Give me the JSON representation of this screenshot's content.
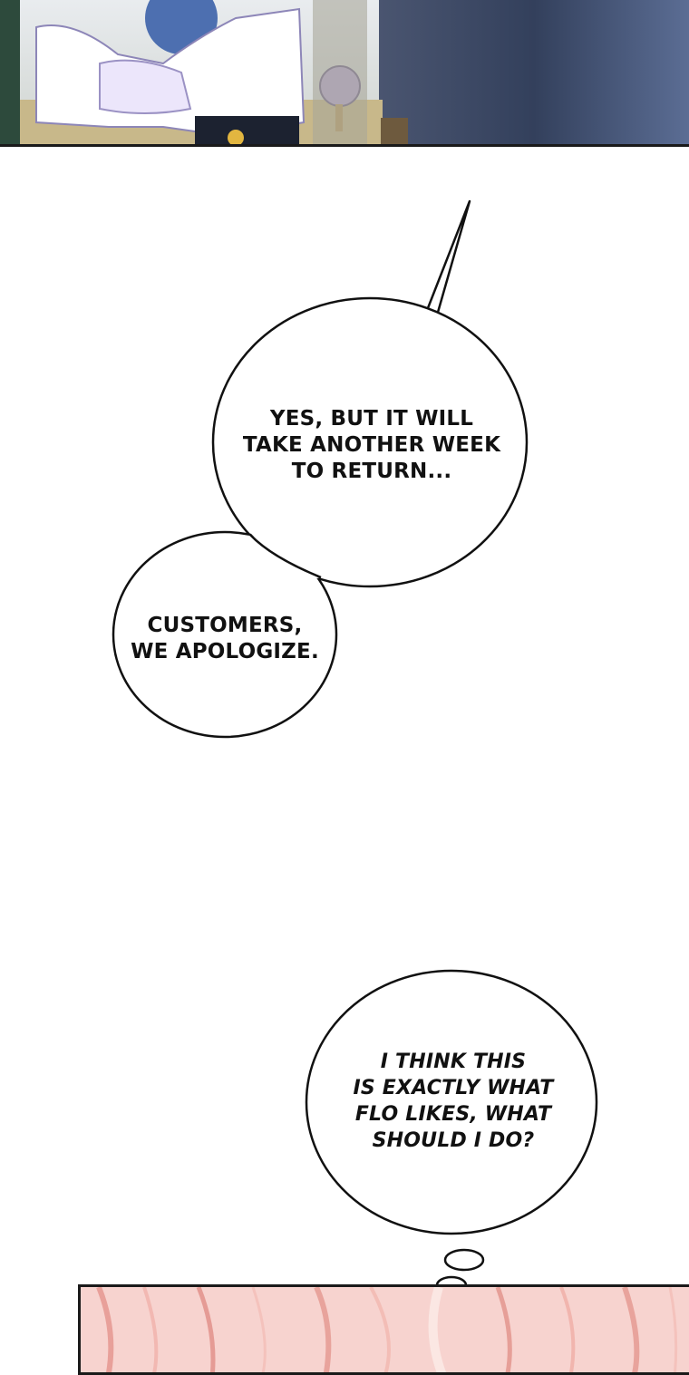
{
  "dialogue": {
    "bubble_1": "YES, BUT IT WILL\nTAKE ANOTHER WEEK\nTO RETURN...",
    "bubble_2": "CUSTOMERS,\nWE APOLOGIZE.",
    "thought_1": "I THINK THIS\nIS EXACTLY WHAT\nFLO LIKES, WHAT\nSHOULD I DO?"
  },
  "colors": {
    "page_background": "#ffffff",
    "ink": "#111111",
    "top_panel_floor": "#c8b88a",
    "top_panel_night": "#3a4866",
    "bottom_panel_hair": "#f6c9c4"
  },
  "scene": {
    "top_panel": "interior-shop-scene",
    "bottom_panel": "pink-hair-closeup"
  }
}
